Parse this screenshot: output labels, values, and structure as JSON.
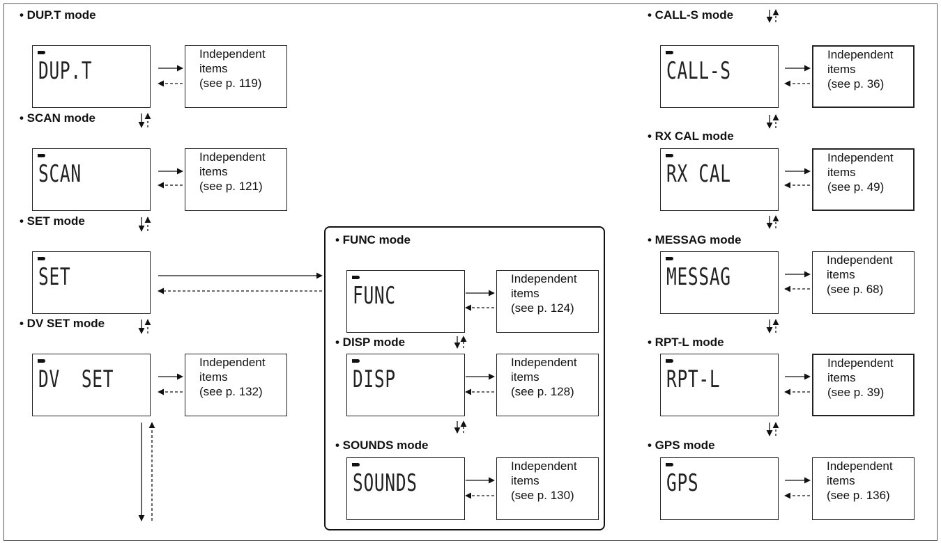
{
  "modes": {
    "dupt": {
      "label": "• DUP.T mode",
      "display": "DUP.T",
      "item": [
        "Independent",
        "items",
        "(see p. 119)"
      ]
    },
    "scan": {
      "label": "• SCAN mode",
      "display": "SCAN",
      "item": [
        "Independent",
        "items",
        "(see p. 121)"
      ]
    },
    "set": {
      "label": "• SET mode",
      "display": "SET"
    },
    "dvset": {
      "label": "• DV SET mode",
      "display": "DV  SET",
      "item": [
        "Independent",
        "items",
        "(see p. 132)"
      ]
    },
    "func": {
      "label": "• FUNC mode",
      "display": "FUNC",
      "item": [
        "Independent",
        "items",
        "(see p. 124)"
      ]
    },
    "disp": {
      "label": "• DISP mode",
      "display": "DISP",
      "item": [
        "Independent",
        "items",
        "(see p. 128)"
      ]
    },
    "sounds": {
      "label": "• SOUNDS mode",
      "display": "SOUNDS",
      "item": [
        "Independent",
        "items",
        "(see p. 130)"
      ]
    },
    "calls": {
      "label": "• CALL-S mode",
      "display": "CALL-S",
      "item": [
        "Independent",
        "items",
        "(see p. 36)"
      ]
    },
    "rxcal": {
      "label": "• RX CAL mode",
      "display": "RX CAL",
      "item": [
        "Independent",
        "items",
        "(see p. 49)"
      ]
    },
    "messag": {
      "label": "• MESSAG mode",
      "display": "MESSAG",
      "item": [
        "Independent",
        "items",
        "(see p. 68)"
      ]
    },
    "rptl": {
      "label": "• RPT-L mode",
      "display": "RPT-L",
      "item": [
        "Independent",
        "items",
        "(see p. 39)"
      ]
    },
    "gps": {
      "label": "• GPS mode",
      "display": "GPS",
      "item": [
        "Independent",
        "items",
        "(see p. 136)"
      ]
    }
  }
}
